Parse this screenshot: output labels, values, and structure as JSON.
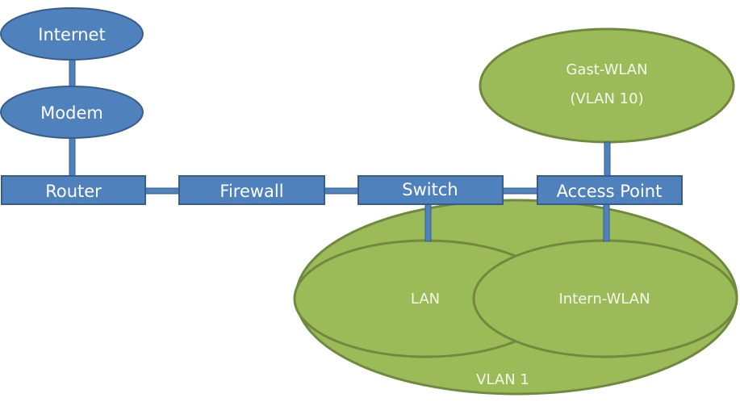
{
  "colors": {
    "blue_fill": "#4f81bd",
    "blue_stroke": "#385d8a",
    "green_fill": "#9bbb59",
    "green_stroke": "#71893f",
    "text": "#ffffff"
  },
  "nodes": {
    "internet": "Internet",
    "modem": "Modem",
    "router": "Router",
    "firewall": "Firewall",
    "switch": "Switch",
    "access_point": "Access Point",
    "gast_wlan_line1": "Gast-WLAN",
    "gast_wlan_line2": "(VLAN 10)",
    "lan": "LAN",
    "intern_wlan": "Intern-WLAN",
    "vlan1": "VLAN 1"
  }
}
